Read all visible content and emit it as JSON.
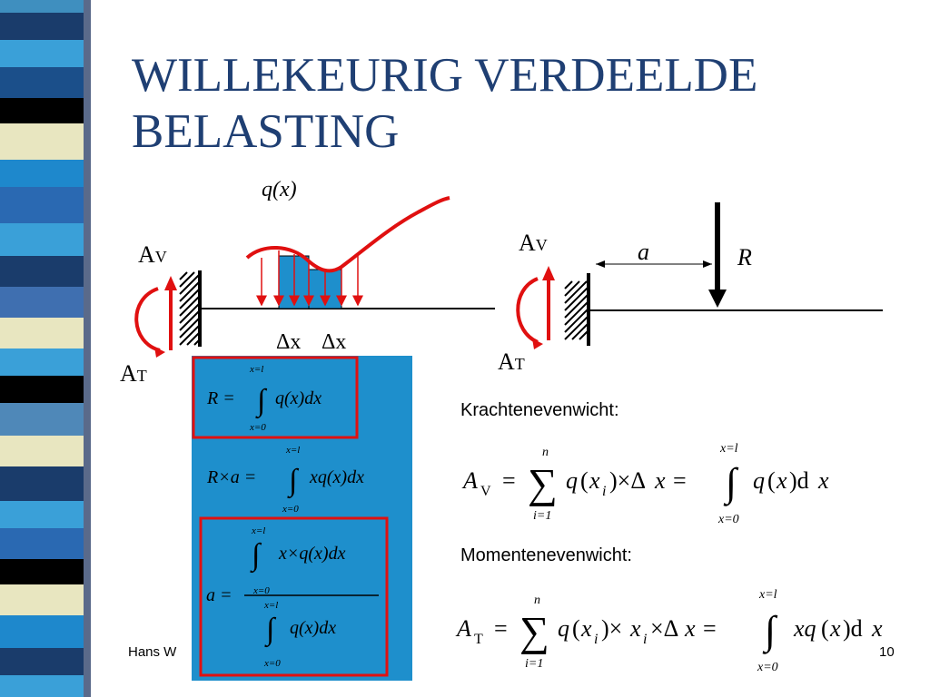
{
  "slide": {
    "title_line1": "WILLEKEURIG VERDEELDE",
    "title_line2": "BELASTING",
    "footer_author": "Hans W",
    "page_number": "10"
  },
  "diagram_left": {
    "load_label": "q(x)",
    "av_main": "A",
    "av_sub": "V",
    "at_main": "A",
    "at_sub": "T",
    "dx1": "Δx",
    "dx2": "Δx"
  },
  "diagram_right": {
    "av_main": "A",
    "av_sub": "V",
    "at_main": "A",
    "at_sub": "T",
    "distance_label": "a",
    "force_label": "R"
  },
  "equilibrium": {
    "force_heading": "Krachtenevenwicht:",
    "moment_heading": "Momentenevenwicht:"
  },
  "colors": {
    "title": "#1f3f73",
    "panel": "#1e8fcc",
    "highlight": "#e01010",
    "bars": "#1e8fcc"
  }
}
